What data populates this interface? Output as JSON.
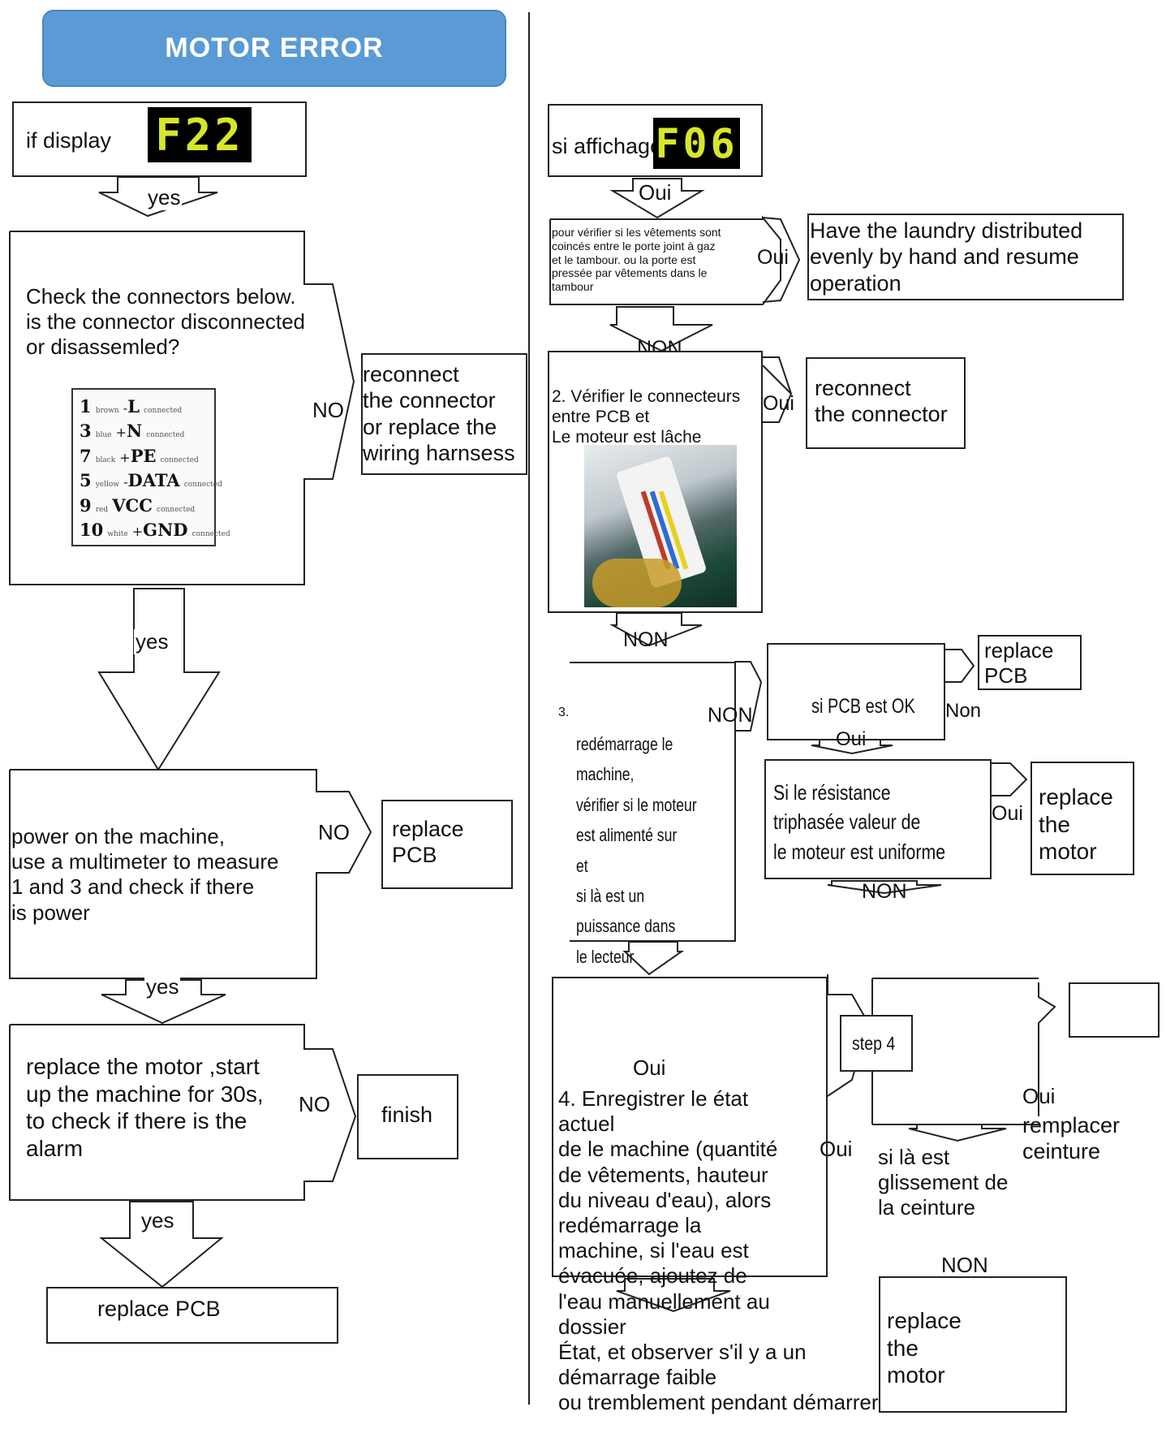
{
  "title": "MOTOR ERROR",
  "colors": {
    "title_bg": "#5b9bd5",
    "display_bg": "#000000",
    "display_fg": "#d8e62a"
  },
  "left": {
    "if_display": "if display",
    "code": "F22",
    "yes1": "yes",
    "check_text": "Check the connectors below.\nis the connector disconnected\nor disassemled?",
    "legend": [
      {
        "num": "1",
        "color": "brown",
        "sig": "L",
        "note": "connected"
      },
      {
        "num": "3",
        "color": "blue",
        "sig": "N",
        "note": "connected"
      },
      {
        "num": "7",
        "color": "black",
        "sig": "PE",
        "note": "connected"
      },
      {
        "num": "5",
        "color": "yellow",
        "sig": "DATA",
        "note": "connected"
      },
      {
        "num": "9",
        "color": "red",
        "sig": "VCC",
        "note": "connected"
      },
      {
        "num": "10",
        "color": "white",
        "sig": "GND",
        "note": "connected"
      }
    ],
    "no1": "NO",
    "reconnect_text": "reconnect\nthe connector\nor replace the\nwiring harnsess",
    "yes2": "yes",
    "power_text": "power on the machine,\nuse a multimeter to measure\n 1 and 3 and check if there\n is power",
    "no2": "NO",
    "replace_pcb1": "replace\nPCB",
    "yes3": "yes",
    "motor_text": "replace the motor ,start\nup the machine for 30s,\nto check if there is the\nalarm",
    "no3": "NO",
    "finish": "finish",
    "yes4": "yes",
    "replace_pcb2": "replace PCB"
  },
  "right": {
    "si_affichage": "si affichage",
    "code": "F06",
    "oui1": "Oui",
    "verifier_text": "pour vérifier si les vêtements sont\ncoincés  entre le porte joint à gaz\net le  tambour. ou la porte est\npressée par  vêtements dans le\ntambour",
    "oui2": "Oui",
    "laundry_text": "Have the  laundry distributed\nevenly by hand and resume\noperation",
    "non1": "NON",
    "step2_text": "2. Vérifier le connecteurs\n    entre PCB et\n    Le moteur est lâche",
    "oui3": "Oui",
    "reconnect_text": "reconnect\nthe connector",
    "non2": "NON",
    "step3_num": "3.",
    "step3_text": "redémarrage  le\nmachine,\nvérifier si le moteur\nest alimenté sur\net\nsi là est  un\n puissance dans\n le lecteur\nconseil de onduleur",
    "non3": "NON",
    "pcb_ok": "si PCB est OK",
    "non_small": "Non",
    "replace_pcb": "replace\nPCB",
    "oui4": "Oui",
    "resistance_text": "Si le résistance\n triphasée valeur de\nle  moteur est  uniforme",
    "oui5": "Oui",
    "replace_motor1": "replace\nthe\nmotor",
    "non4": "NON",
    "step4_label": "step 4",
    "oui6": "Oui",
    "step4_text": "4.  Enregistrer le état\n     actuel\nde le machine (quantité\nde vêtements, hauteur\ndu niveau d'eau), alors\nredémarrage la\nmachine, si l'eau est\névacuée, ajoutez de\nl'eau manuellement au\ndossier\nÉtat, et observer s'il y a un\n démarrage faible\nou tremblement pendant démarrer",
    "oui7": "Oui",
    "ceinture_text": "si là est\nglissement de\nla ceinture",
    "oui8": "Oui",
    "remplacer_text": "remplacer\n            ceinture",
    "non5": "NON",
    "replace_motor2": "replace\nthe\nmotor"
  }
}
